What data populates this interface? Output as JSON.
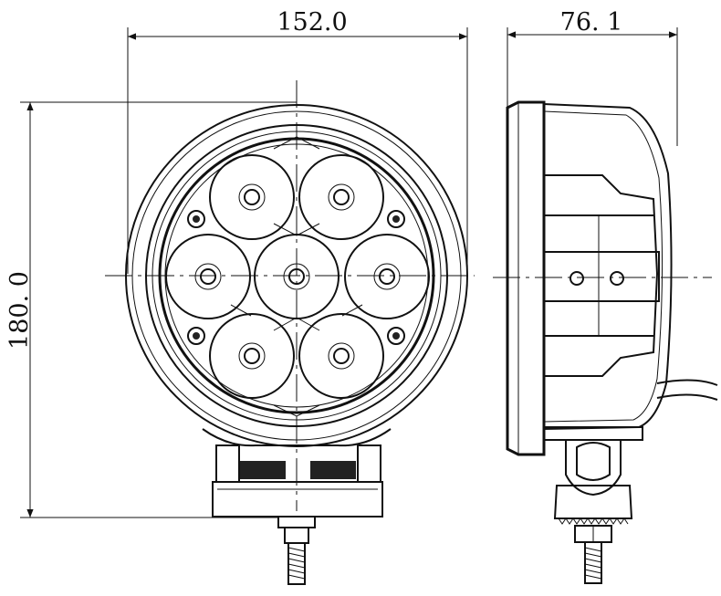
{
  "dimensions": {
    "width": "152.0",
    "depth": "76. 1",
    "height": "180. 0"
  }
}
